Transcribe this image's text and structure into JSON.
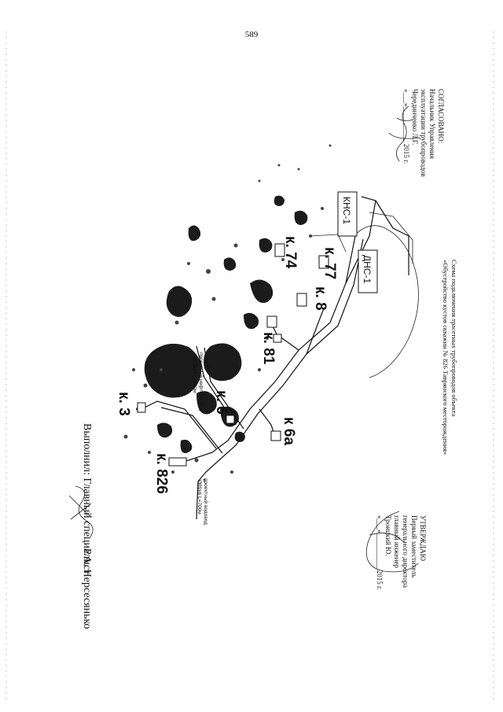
{
  "page_number": "589",
  "approval": {
    "lines": [
      "СОГЛАСОВАНО:",
      "Начальник Управления",
      "эксплуатации трубопроводов",
      "Черединченко Л.Г.",
      "«___»__________ 2015 г."
    ]
  },
  "approve": {
    "lines": [
      "УТВЕРЖДАЮ",
      "Первый заместитель",
      "генерального директора",
      "главный инженер",
      "Троицкий Ю.",
      "«___»__________ 2015 г."
    ]
  },
  "title": {
    "lines": [
      "Схема подключения трасетных трубопроводов объекта",
      "«Обустройство кустов скважин № 826 Таврянского месторождения»"
    ]
  },
  "stations": {
    "kns": "КНС-1",
    "dns": "ДНС-1"
  },
  "wells": {
    "k74": "к. 74",
    "k77": "к. 77",
    "k8": "к. 8",
    "k81": "к. 81",
    "k6": "к. 6",
    "k6a": "к 6а",
    "k3": "к. 3",
    "k826": "к. 826"
  },
  "annotations": {
    "pipe1_line1": "проектный нефтепровод",
    "pipe1_line2": "Ø159х6 L=700м",
    "pipe2_line1": "проектный водовод",
    "pipe2_line2": "Ø89х6 L=700м"
  },
  "signature": {
    "label": "Выполнил: Главный специалист",
    "name": "Р.А. Нерсесянько"
  }
}
